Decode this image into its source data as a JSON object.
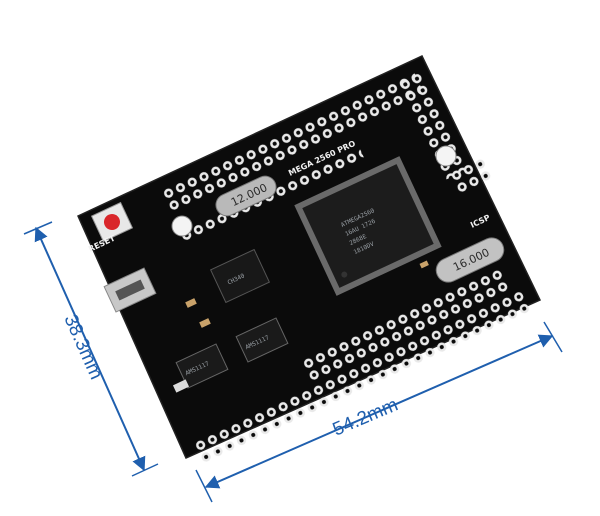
{
  "dimensions": {
    "height_label": "38.3mm",
    "width_label": "54.2mm"
  },
  "board": {
    "model_label": "MEGA 2560 PRO",
    "reset_label": "RESET",
    "icsp_label": "ICSP",
    "crystal_1": "12.000",
    "crystal_2": "16.000",
    "mcu_lines": [
      "ATMEGA2560",
      "16AU 1726",
      "2868E",
      "1810DV"
    ],
    "chip_small": "CH340",
    "reg_1": "AMS1117",
    "reg_2": "AMS1117"
  },
  "colors": {
    "board": "#0b0b0b",
    "pad": "#e9e9e9",
    "dimension": "#1f5fae",
    "reset_button": "#d9262a"
  }
}
